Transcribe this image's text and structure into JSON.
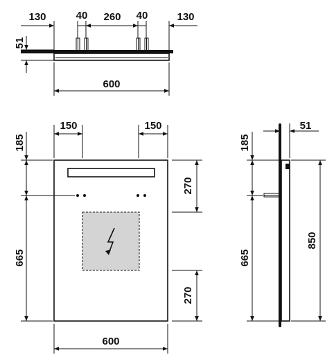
{
  "top_view": {
    "dim_left": "130",
    "dim_anchor_left": "40",
    "dim_center": "260",
    "dim_anchor_right": "40",
    "dim_right": "130",
    "dim_depth": "51",
    "dim_width": "600"
  },
  "front_view": {
    "dim_left_offset": "150",
    "dim_right_offset": "150",
    "dim_top": "185",
    "dim_bottom_left": "665",
    "dim_upper_right": "270",
    "dim_lower_right": "270",
    "dim_width": "600"
  },
  "side_view": {
    "dim_depth": "51",
    "dim_top": "185",
    "dim_lower": "665",
    "dim_height": "850"
  },
  "colors": {
    "line": "#111111",
    "shaded_area": "#d4d4d4"
  },
  "icons": [
    "electrical-lightning-icon"
  ]
}
